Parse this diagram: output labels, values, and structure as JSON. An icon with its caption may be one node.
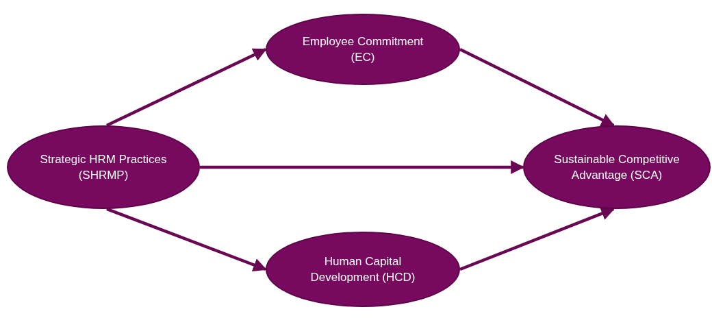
{
  "diagram": {
    "nodes": [
      {
        "text": [
          "Employee Commitment (EC)"
        ]
      },
      {
        "text": [
          "Strategic HRM Practices (SHRMP)"
        ]
      },
      {
        "text": [
          "Sustainable Competitive Advantage (SCA)"
        ]
      },
      {
        "text": [
          "Human Capital Development (HCD)"
        ]
      }
    ],
    "edges": [
      {
        "from": 1,
        "to": 0,
        "arrow": "to"
      },
      {
        "from": 0,
        "to": 2,
        "arrow": "to"
      },
      {
        "from": 1,
        "to": 2,
        "arrow": "to"
      },
      {
        "from": 1,
        "to": 3,
        "arrow": "to"
      },
      {
        "from": 3,
        "to": 2,
        "arrow": "to"
      }
    ]
  }
}
